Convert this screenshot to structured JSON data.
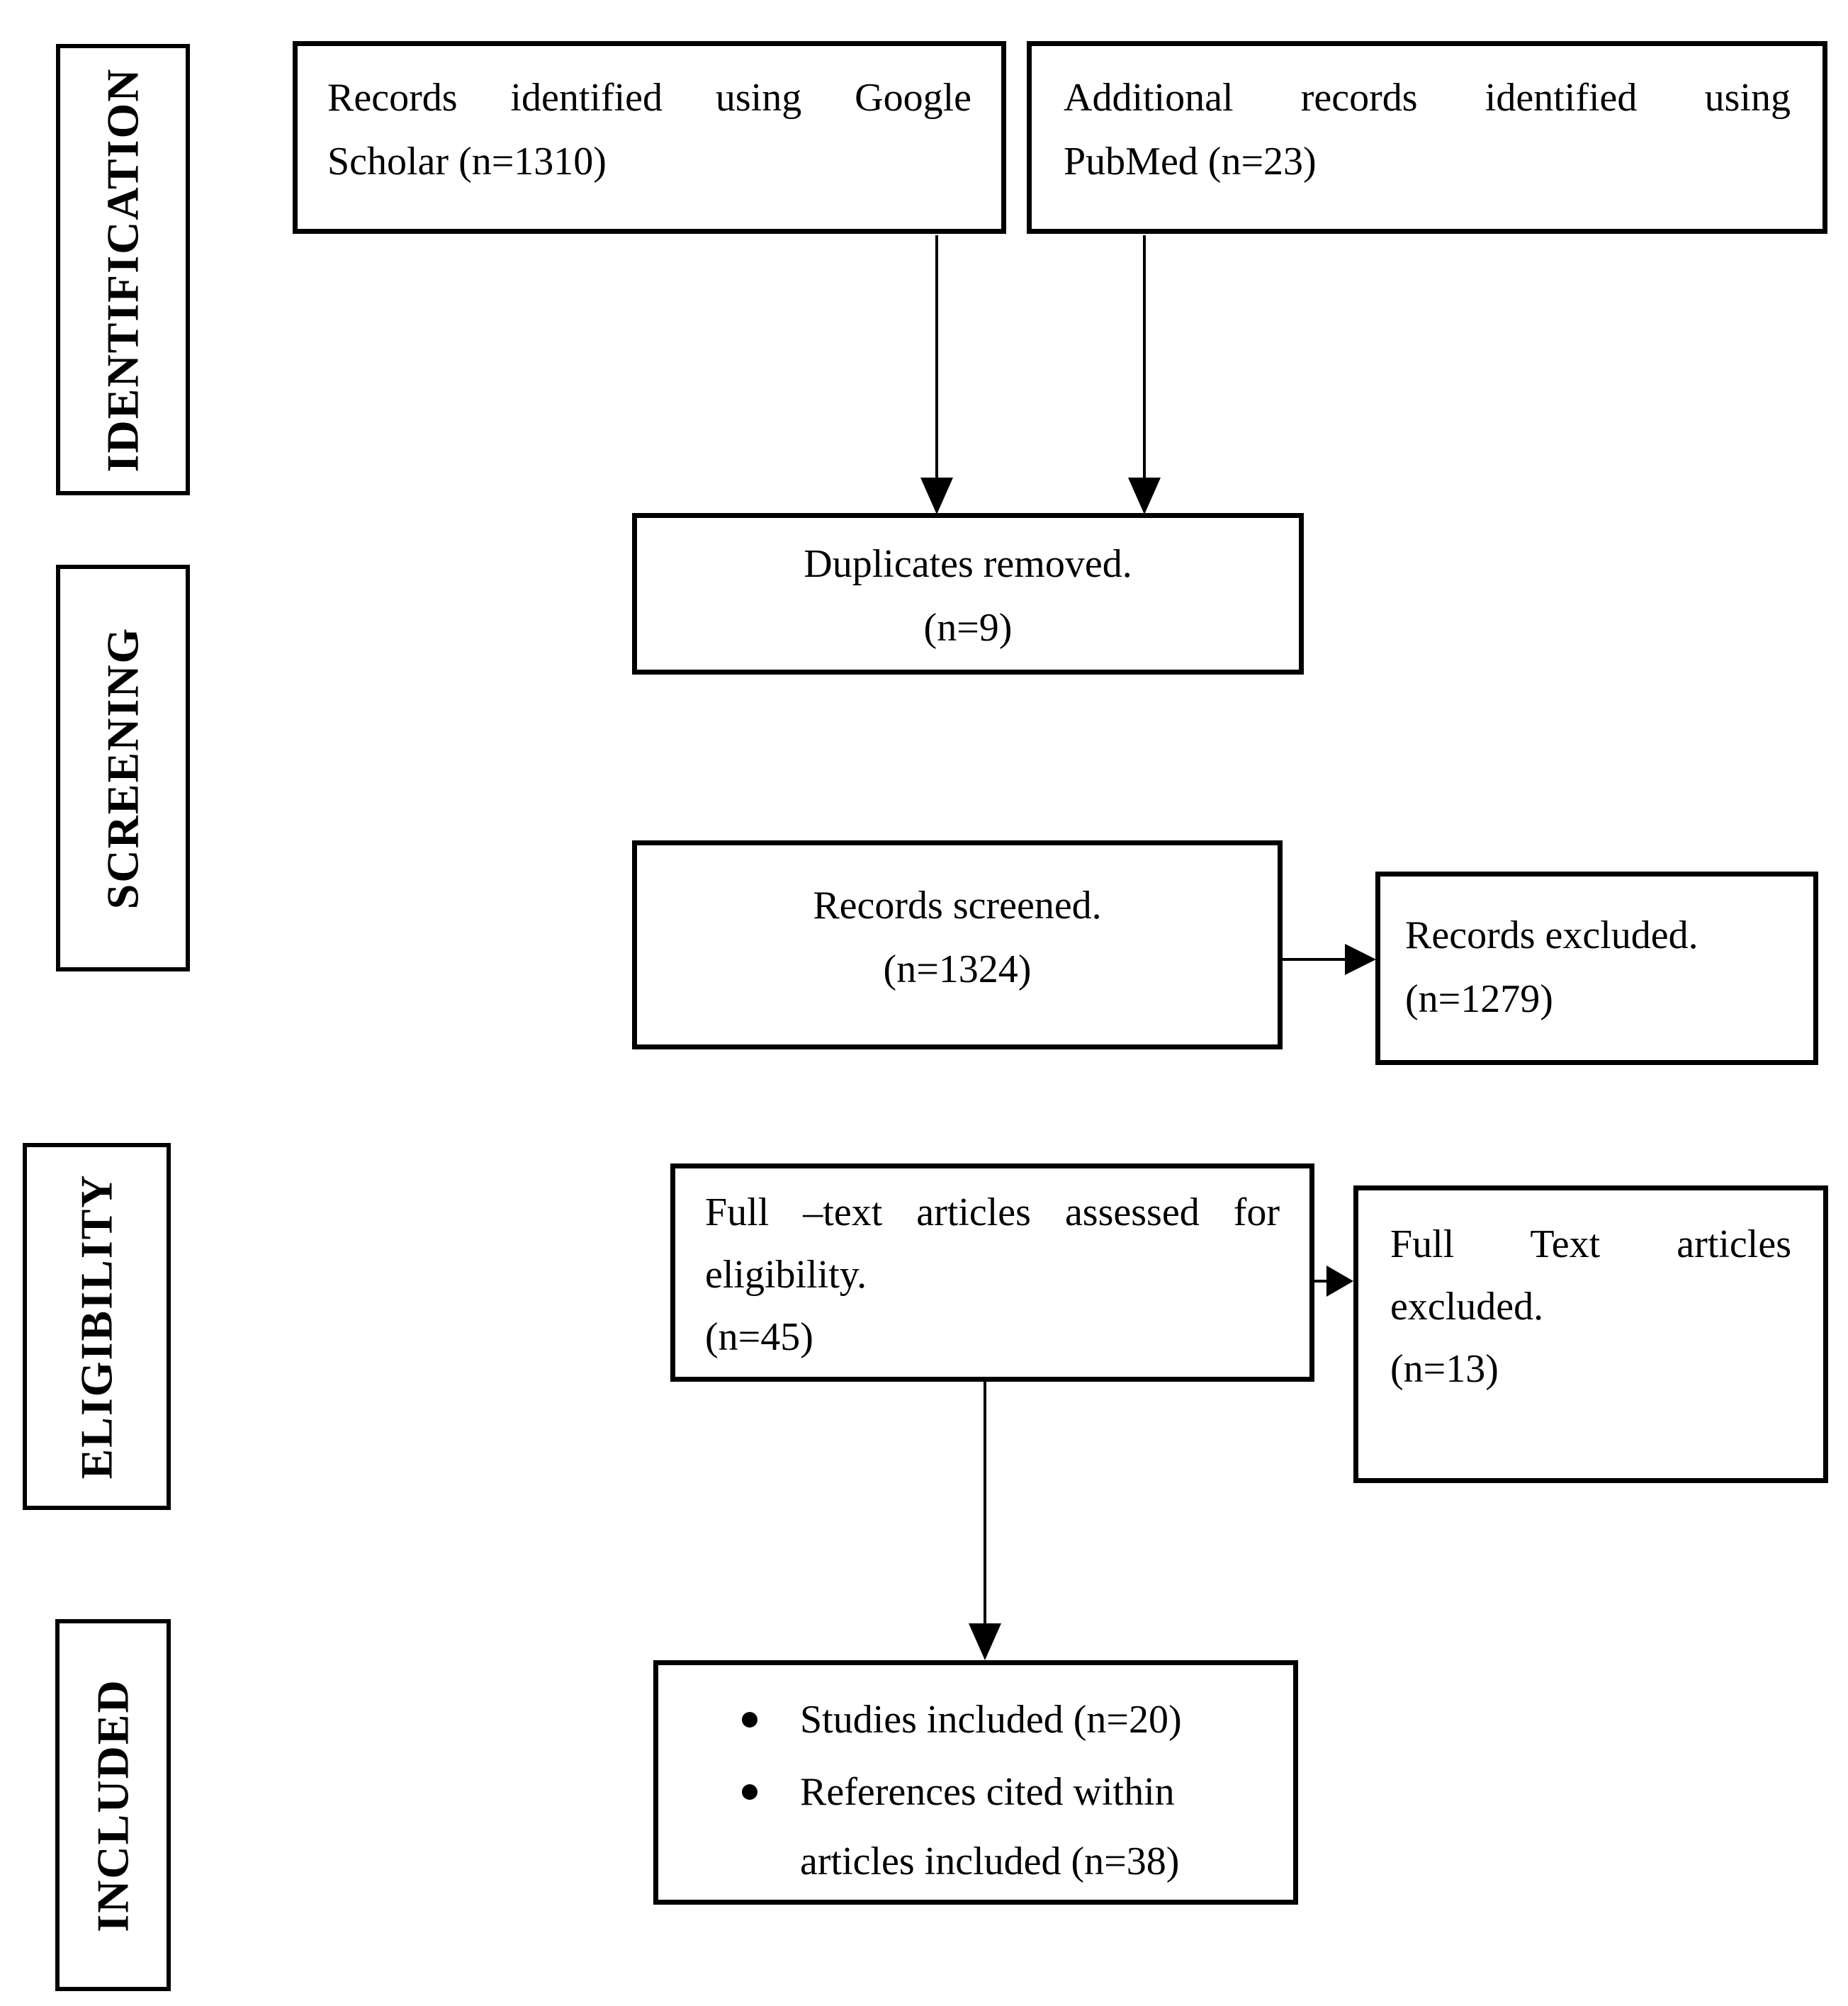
{
  "figure": {
    "type": "prisma-flow-diagram",
    "colors": {
      "ink": "#000000",
      "paper": "#ffffff"
    },
    "sidebar": {
      "stages": [
        {
          "label": "IDENTIFICATION"
        },
        {
          "label": "SCREENING"
        },
        {
          "label": "ELIGIBILITY"
        },
        {
          "label": "INCLUDED"
        }
      ]
    },
    "boxes": {
      "scholar": {
        "lines": [
          "Records identified using Google",
          "Scholar (n=1310)"
        ],
        "count": 1310
      },
      "pubmed": {
        "lines": [
          "Additional records identified using",
          "PubMed (n=23)"
        ],
        "count": 23
      },
      "duplicates": {
        "lines": [
          "Duplicates removed.",
          "(n=9)"
        ],
        "count": 9
      },
      "screened": {
        "lines": [
          "Records screened.",
          "(n=1324)"
        ],
        "count": 1324
      },
      "records_excluded": {
        "lines": [
          "Records excluded.",
          "(n=1279)"
        ],
        "count": 1279
      },
      "fulltext": {
        "lines": [
          "Full –text articles assessed for",
          "eligibility.",
          "(n=45)"
        ],
        "count": 45
      },
      "fulltext_excluded": {
        "lines": [
          "Full Text articles",
          "excluded.",
          "(n=13)"
        ],
        "count": 13
      },
      "included": {
        "items": [
          "Studies included (n=20)",
          "References cited within articles included (n=38)"
        ],
        "counts": [
          20,
          38
        ]
      }
    }
  }
}
